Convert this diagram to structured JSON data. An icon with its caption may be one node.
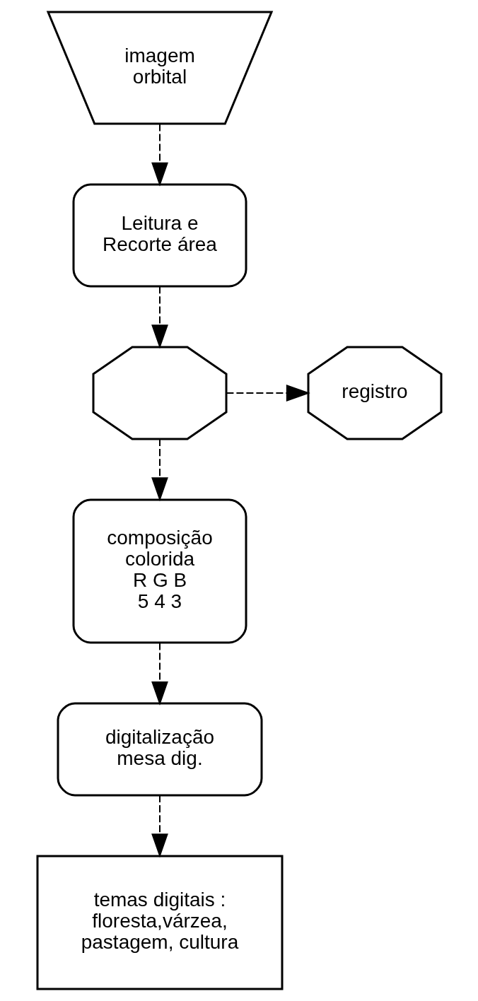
{
  "diagram": {
    "nodes": [
      {
        "text": [
          "imagem orbital"
        ]
      },
      {
        "text": [
          "Leitura e Recorte área"
        ]
      },
      {
        "text": [],
        "shape": "octagon"
      },
      {
        "text": [
          "registro"
        ]
      },
      {
        "text": [
          "composição colorida R G B 5 4 3"
        ]
      },
      {
        "text": [
          "digitalização mesa dig."
        ]
      },
      {
        "text": [
          "temas digitais : floresta,várzea, pastagem, cultura"
        ]
      }
    ],
    "edges": [
      {
        "from": 0,
        "to": 1,
        "arrow": "to",
        "style": "dashed"
      },
      {
        "from": 1,
        "to": 2,
        "arrow": "to",
        "style": "dashed"
      },
      {
        "from": 2,
        "to": 3,
        "arrow": "to",
        "style": "dashed"
      },
      {
        "from": 2,
        "to": 4,
        "arrow": "to",
        "style": "dashed"
      },
      {
        "from": 4,
        "to": 5,
        "arrow": "to",
        "style": "dashed"
      },
      {
        "from": 5,
        "to": 6,
        "arrow": "to",
        "style": "dashed"
      }
    ]
  }
}
